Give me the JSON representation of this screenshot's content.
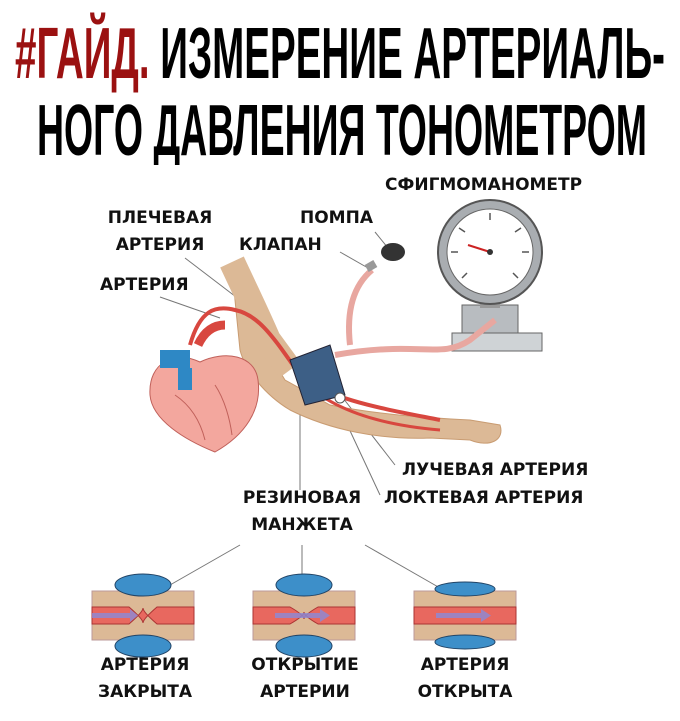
{
  "title": {
    "tag": "#ГАЙД.",
    "line1": "ИЗМЕРЕНИЕ АРТЕРИАЛЬ-",
    "line2": "НОГО ДАВЛЕНИЯ ТОНОМЕТРОМ"
  },
  "labels": {
    "sphygmomanometer": "СФИГМОМАНОМЕТР",
    "brachial_artery_1": "ПЛЕЧЕВАЯ",
    "brachial_artery_2": "АРТЕРИЯ",
    "pump": "ПОМПА",
    "valve": "КЛАПАН",
    "artery": "АРТЕРИЯ",
    "radial_artery": "ЛУЧЕВАЯ АРТЕРИЯ",
    "ulnar_artery": "ЛОКТЕВАЯ АРТЕРИЯ",
    "cuff_1": "РЕЗИНОВАЯ",
    "cuff_2": "МАНЖЕТА"
  },
  "states": [
    {
      "line1": "АРТЕРИЯ",
      "line2": "ЗАКРЫТА"
    },
    {
      "line1": "ОТКРЫТИЕ",
      "line2": "АРТЕРИИ"
    },
    {
      "line1": "АРТЕРИЯ",
      "line2": "ОТКРЫТА"
    }
  ],
  "colors": {
    "accent": "#9b1111",
    "artery": "#e8685f",
    "cuff": "#3d8fc9",
    "skin": "#dcb996"
  }
}
